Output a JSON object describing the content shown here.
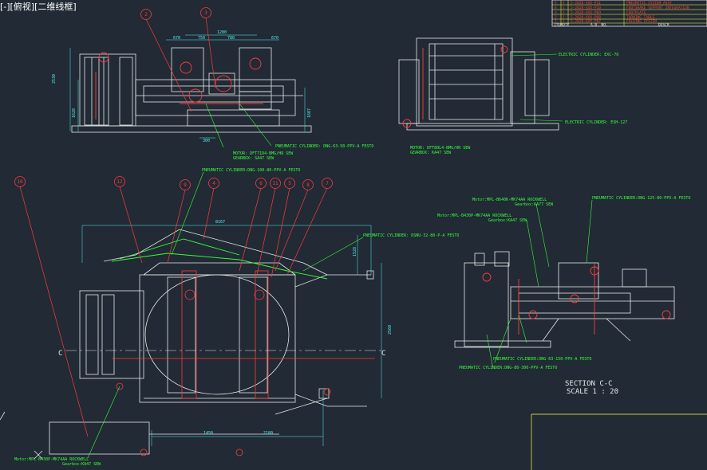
{
  "viewport_label": "[-][俯视][二维线框]",
  "colors": {
    "bg": "#212a35",
    "white": "#e9e9e9",
    "green": "#39ff39",
    "red": "#ff3b3b",
    "cyan": "#56f0f0",
    "yellow": "#ffff40"
  },
  "balloons": [
    "2",
    "3",
    "10",
    "12",
    "9",
    "4",
    "6",
    "11",
    "5",
    "8",
    "7"
  ],
  "dimensions": {
    "top_view": [
      "1280",
      "670",
      "750",
      "780",
      "670",
      "2530",
      "1628",
      "1607",
      "300"
    ],
    "main_view": [
      "8167",
      "1528",
      "2560",
      "1450",
      "2180"
    ]
  },
  "section_markers": {
    "left": "C",
    "right": "C"
  },
  "section_title": "SECTION C-C",
  "section_scale": "SCALE 1 : 20",
  "callouts": {
    "top1_cyl": "PNEUMATIC CYLINDER: DNG-63-50-PPV-A FESTO",
    "top1_motor": "MOTOR: DFT71D4-BMG/HR SEW",
    "top1_gear": "GEARBOX: SA47 SEW",
    "top2_cyl1": "ELECTRIC CYLINDER: EXC-70",
    "top2_cyl2": "ELECTRIC CYLINDER: ESH-127",
    "top2_motor": "MOTOR: DFT80L4-BMG/HR SEW",
    "top2_gear": "GEARBOX: KA47 SEW",
    "main_cyl_top": "PNEUMATIC CYLINDER:DNG-100-80-PPV-A FESTO",
    "main_cyl_mid": "PNEUMATIC CYLINDER: DSNU-32-80-P-A FESTO",
    "main_motor": "Motor:MPL-B430P-MK74AA ROCKWELL",
    "main_gear": "Gearbox:KA47 SEW",
    "sec_motor1": "Motor:MPL-B640K-MK74AA ROCKWELL",
    "sec_gear1": "Gearbox:KA77 SEW",
    "sec_motor2": "Motor:MPL-B430P-MK74AA ROCKWELL",
    "sec_gear2": "Gearbox:KA47 SEW",
    "sec_cyl1": "PNEUMATIC CYLINDER:DNG-125-80-PPV-A FESTO",
    "sec_cyl2": "PNEUMATIC CYLINDER:DNG-63-150-PPV-A FESTO",
    "sec_cyl3": "PNEUMATIC CYLINDER:DNG-80-300-PPV-A FESTO"
  },
  "title_block": {
    "rows": [
      {
        "item": "5",
        "qty": "1",
        "dwg": "5-2028-XXX-P11",
        "desc": "PNEUMATIC SYSTEM ASSY"
      },
      {
        "item": "4",
        "qty": "1",
        "dwg": "5-2028-XXX-P10",
        "desc": "FOOTSHAKE SUPPORT INTEGRATION"
      },
      {
        "item": "3",
        "qty": "1",
        "dwg": "5-2028-XXX-P09",
        "desc": "FOOTPLATE"
      },
      {
        "item": "2",
        "qty": "1",
        "dwg": "5-2028-XXX-P08",
        "desc": "TURNING TABLE"
      },
      {
        "item": "1",
        "qty": "1",
        "dwg": "5-2028-XXX-P07",
        "desc": "FOLDING SYSTEM"
      }
    ],
    "header": {
      "item": "ITEM",
      "qty": "QTY",
      "dwg": "A.B. NO.",
      "desc": "DESCR"
    }
  }
}
